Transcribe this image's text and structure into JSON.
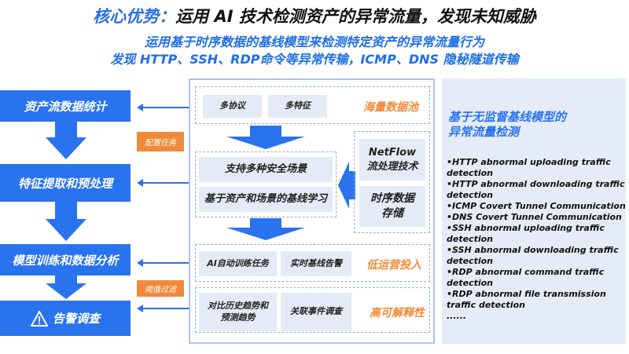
{
  "header": {
    "title_highlight": "核心优势：",
    "title_rest": "运用 AI 技术检测资产的异常流量，发现未知威胁",
    "subtitle_line1": "运用基于时序数据的基线模型来检测特定资产的异常流量行为",
    "subtitle_line2": "发现 HTTP、SSH、RDP命令等异常传输，ICMP、DNS 隐秘隧道传输"
  },
  "flow": {
    "steps": [
      "资产流数据统计",
      "特征提取和预处理",
      "模型训练和数据分析",
      "告警调查"
    ],
    "tags": [
      "配置任务",
      "阈值过滤"
    ]
  },
  "middle": {
    "data_pool": {
      "items": [
        "多协议",
        "多特征"
      ],
      "label": "海量数据池"
    },
    "scenarios": [
      "支持多种安全场景",
      "基于资产和场景的基线学习"
    ],
    "tech": [
      "NetFlow流处理技术",
      "时序数据存储"
    ],
    "ops": {
      "items": [
        "AI自动训练任务",
        "实时基线告警"
      ],
      "label": "低运营投入"
    },
    "explain": {
      "items": [
        "对比历史趋势和预测趋势",
        "关联事件调查"
      ],
      "label": "高可解释性"
    }
  },
  "right": {
    "title_line1": "基于无监督基线模型的",
    "title_line2": "异常流量检测",
    "items": [
      "•HTTP abnormal uploading traffic detection",
      "•HTTP abnormal downloading traffic detection",
      "•ICMP Covert Tunnel Communication",
      "•DNS Covert Tunnel Communication",
      "•SSH abnormal uploading traffic detection",
      "•SSH abnormal downloading traffic detection",
      "•RDP abnormal command traffic detection",
      "•RDP abnormal file transmission traffic detection"
    ],
    "ellipsis": "......"
  },
  "colors": {
    "primary": "#2a73ee",
    "accent": "#f08a3a",
    "panel": "#e6ecf7"
  }
}
